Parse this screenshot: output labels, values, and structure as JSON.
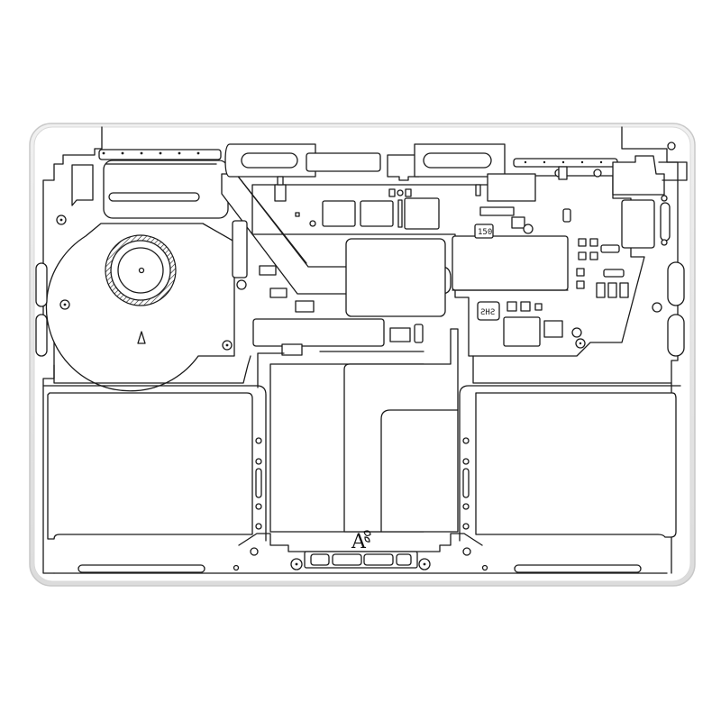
{
  "illustration": {
    "subject": "laptop internal components line drawing",
    "style": "black line art on white, rounded device outline with light gray bezel",
    "colors": {
      "background": "#ffffff",
      "bezel": "#e6e6e6",
      "bezel_edge": "#cfcfcf",
      "line": "#1a1a1a"
    },
    "components": [
      {
        "name": "cooling-fan",
        "description": "circular blower fan with hatched ring"
      },
      {
        "name": "heat-pipe",
        "description": "diagonal heat pipe from fan to SoC"
      },
      {
        "name": "logic-board",
        "description": "main board with chips and SMD components"
      },
      {
        "name": "battery-left",
        "description": "left battery cell"
      },
      {
        "name": "battery-right",
        "description": "right battery cell"
      },
      {
        "name": "battery-center",
        "description": "center battery cell with flex cable"
      },
      {
        "name": "trackpad-connector",
        "description": "bottom center connector bracket"
      }
    ],
    "chip_labels": [
      {
        "id": "chip-150",
        "text": "150"
      },
      {
        "id": "chip-2h2",
        "text": "ƧHƧ"
      }
    ],
    "logo": {
      "text": "A",
      "accent": "leaf"
    }
  }
}
